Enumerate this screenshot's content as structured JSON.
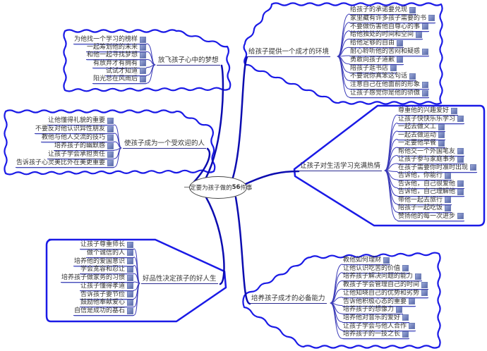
{
  "center": {
    "prefix": "一定要为孩子做的",
    "number": "56",
    "suffix": "件事"
  },
  "colors": {
    "boundary": "#1a1ae6",
    "main_line": "#0c0cb0",
    "sub_line": "#3a3ab8"
  },
  "branches": [
    {
      "title": "给孩子提供一个成才的环境",
      "items": [
        "给孩子的承诺要兑现",
        "家里藏有许多孩子需要的书",
        "不要做伤害他自尊心的事",
        "给他独处的时间和空间",
        "给他足够的自由",
        "耐心聆听他的苦闷和疑惑",
        "勇敢向孩子道歉",
        "陪孩子逛书店",
        "不要说你真笨这句话",
        "注意自己在他面前的形象",
        "让孩子感觉你是他的骄傲"
      ]
    },
    {
      "title": "放飞孩子心中的梦想",
      "items": [
        "为他找一个学习的榜样",
        "一起筹划他的未来",
        "和他一起寻找梦想",
        "有放弃才有拥有",
        "试试才知道",
        "阳光总在风雨后"
      ]
    },
    {
      "title": "使孩子成为一个受欢迎的人",
      "items": [
        "让他懂得礼貌的重要",
        "不要反对他认识异性朋友",
        "教他与他人交流的技巧",
        "培养孩子的幽默感",
        "让孩子学会承担责任",
        "告诉孩子心灵美比外在美更重要"
      ]
    },
    {
      "title": "让孩子对生活学习充满热情",
      "items": [
        "尊重他的兴趣爱好",
        "让孩子快快乐乐学习",
        "一起去做义工",
        "一起去做运动",
        "一定要他早餐",
        "帮他交一个外国笔友",
        "让孩子参与家庭事务",
        "在孩子需要你时准时出现",
        "告诉他，你能行",
        "告诉他，自己很爱他",
        "告诉他，自己理解他",
        "带他一起去旅行",
        "陪孩子一起吃饭",
        "赞扬他的每一次进步"
      ]
    },
    {
      "title": "好品性决定孩子的好人生",
      "items": [
        "让孩子尊重师长",
        "做个诚信的人",
        "培养他的爱国意识",
        "学会宽容和忍让",
        "培养孩子做家务的习惯",
        "让孩子懂得孝道",
        "告诉孩子要节俭",
        "鼓励他奉献爱心",
        "自信是成功的基石"
      ]
    },
    {
      "title": "培养孩子成才的必备能力",
      "items": [
        "教他如何理财",
        "让他认识吃苦的价值",
        "培养孩子解决问题的能力",
        "教孩子学会管理自己的时间",
        "让他知晓自己的优势和劣势",
        "告诉他积极心态的重要",
        "培养孩子的想像力",
        "培养他对音乐的爱好",
        "让孩子学会与他人合作",
        "培养孩子的一技之长"
      ]
    }
  ]
}
